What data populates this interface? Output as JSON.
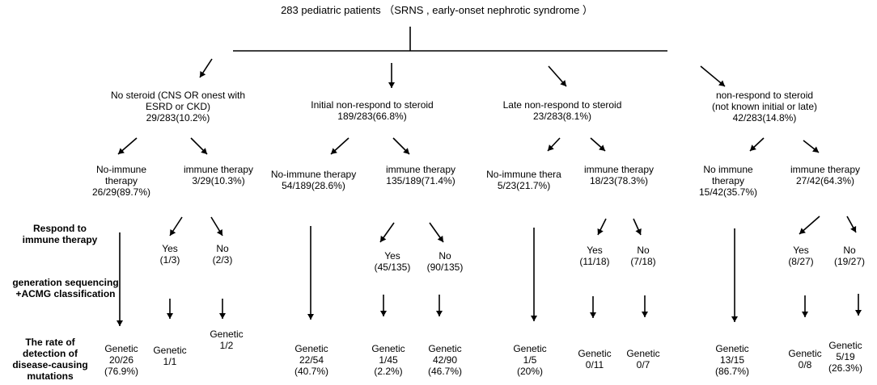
{
  "title": "283 pediatric patients （SRNS , early-onset nephrotic syndrome ）",
  "row_labels": {
    "respond": [
      "Respond to",
      "immune therapy"
    ],
    "sequencing": [
      "generation sequencing",
      "+ACMG classification"
    ],
    "rate": [
      "The rate of",
      "detection of",
      "disease-causing",
      "mutations"
    ]
  },
  "groups": [
    {
      "header": [
        "No steroid (CNS OR onest with",
        "ESRD or CKD)",
        "29/283(10.2%)"
      ],
      "no_immune": [
        "No-immune",
        "therapy",
        "26/29(89.7%)"
      ],
      "immune": [
        "immune therapy",
        "3/29(10.3%)"
      ],
      "yes": [
        "Yes",
        "(1/3)"
      ],
      "no": [
        "No",
        "(2/3)"
      ],
      "genetic_noimmune": [
        "Genetic",
        "20/26",
        "(76.9%)"
      ],
      "genetic_yes": [
        "Genetic",
        "1/1"
      ],
      "genetic_no": [
        "Genetic",
        "1/2"
      ]
    },
    {
      "header": [
        "Initial non-respond to steroid",
        "189/283(66.8%)"
      ],
      "no_immune": [
        "No-immune therapy",
        "54/189(28.6%)"
      ],
      "immune": [
        "immune therapy",
        "135/189(71.4%)"
      ],
      "yes": [
        "Yes",
        "(45/135)"
      ],
      "no": [
        "No",
        "(90/135)"
      ],
      "genetic_noimmune": [
        "Genetic",
        "22/54",
        "(40.7%)"
      ],
      "genetic_yes": [
        "Genetic",
        "1/45",
        "(2.2%)"
      ],
      "genetic_no": [
        "Genetic",
        "42/90",
        "(46.7%)"
      ]
    },
    {
      "header": [
        "Late non-respond to steroid",
        "23/283(8.1%)"
      ],
      "no_immune": [
        "No-immune thera",
        "5/23(21.7%)"
      ],
      "immune": [
        "immune therapy",
        "18/23(78.3%)"
      ],
      "yes": [
        "Yes",
        "(11/18)"
      ],
      "no": [
        "No",
        "(7/18)"
      ],
      "genetic_noimmune": [
        "Genetic",
        "1/5",
        "(20%)"
      ],
      "genetic_yes": [
        "Genetic",
        "0/11"
      ],
      "genetic_no": [
        "Genetic",
        "0/7"
      ]
    },
    {
      "header": [
        "non-respond to steroid",
        "(not known initial or late)",
        "42/283(14.8%)"
      ],
      "no_immune": [
        "No immune",
        "therapy",
        "15/42(35.7%)"
      ],
      "immune": [
        "immune therapy",
        "27/42(64.3%)"
      ],
      "yes": [
        "Yes",
        "(8/27)"
      ],
      "no": [
        "No",
        "(19/27)"
      ],
      "genetic_noimmune": [
        "Genetic",
        "13/15",
        "(86.7%)"
      ],
      "genetic_yes": [
        "Genetic",
        "0/8"
      ],
      "genetic_no": [
        "Genetic",
        "5/19",
        "(26.3%)"
      ]
    }
  ]
}
